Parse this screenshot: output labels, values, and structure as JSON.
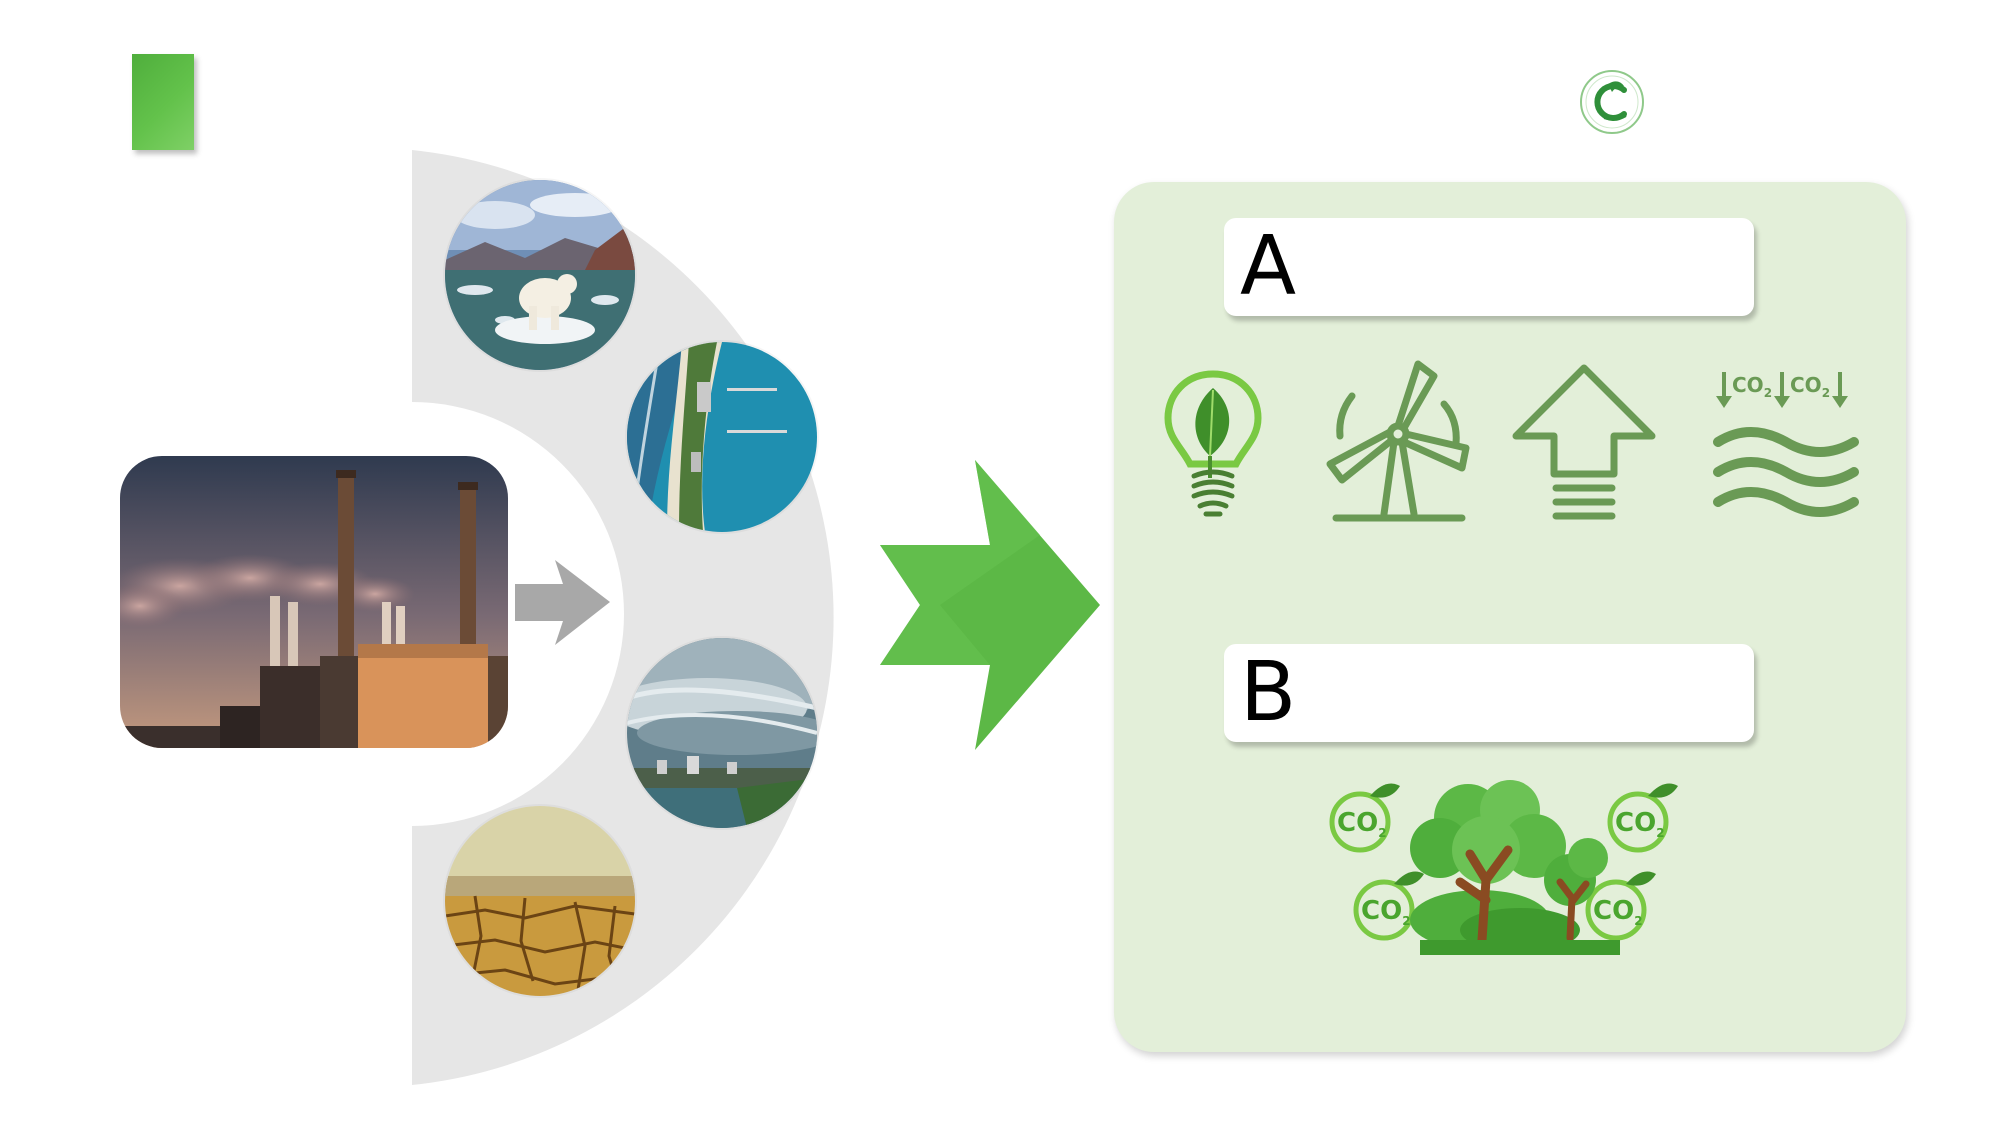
{
  "solutions": {
    "box_a_label": "A",
    "box_b_label": "B"
  },
  "icons": {
    "co2_text": "CO",
    "co2_sub": "2"
  },
  "colors": {
    "accent_green": "#5cb846",
    "icon_green": "#6a9a55",
    "panel_green": "#e3efd9",
    "arc_gray": "#e6e6e6",
    "arrow_gray": "#a8a8a8"
  }
}
